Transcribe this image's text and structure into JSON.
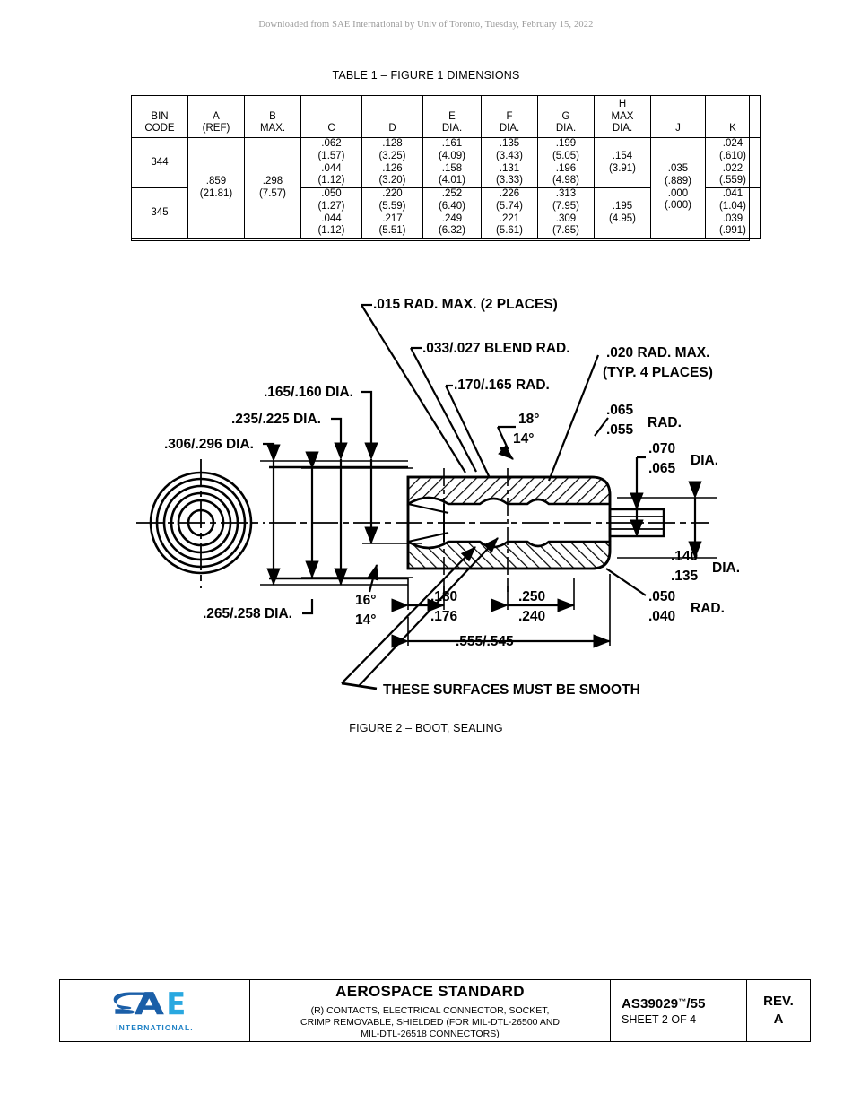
{
  "header": {
    "watermark": "Downloaded from SAE International by Univ of Toronto, Tuesday, February 15, 2022"
  },
  "table": {
    "title": "TABLE 1 – FIGURE 1 DIMENSIONS",
    "columns": [
      {
        "key": "bin",
        "line1": "BIN",
        "line2": "CODE",
        "line3": ""
      },
      {
        "key": "A",
        "line1": "A",
        "line2": "(REF)",
        "line3": ""
      },
      {
        "key": "B",
        "line1": "B",
        "line2": "MAX.",
        "line3": ""
      },
      {
        "key": "C",
        "line1": "C",
        "line2": "",
        "line3": ""
      },
      {
        "key": "D",
        "line1": "D",
        "line2": "",
        "line3": ""
      },
      {
        "key": "E",
        "line1": "E",
        "line2": "DIA.",
        "line3": ""
      },
      {
        "key": "F",
        "line1": "F",
        "line2": "DIA.",
        "line3": ""
      },
      {
        "key": "G",
        "line1": "G",
        "line2": "DIA.",
        "line3": ""
      },
      {
        "key": "H",
        "line1": "H",
        "line2": "MAX",
        "line3": "DIA."
      },
      {
        "key": "J",
        "line1": "J",
        "line2": "",
        "line3": ""
      },
      {
        "key": "K",
        "line1": "K",
        "line2": "",
        "line3": ""
      }
    ],
    "merged": {
      "A": {
        "l1": ".859",
        "l2": "(21.81)"
      },
      "B": {
        "l1": ".298",
        "l2": "(7.57)"
      },
      "J": {
        "l1": ".035",
        "l2": "(.889)",
        "l3": ".000",
        "l4": "(.000)"
      }
    },
    "rows": [
      {
        "bin": "344",
        "C": [
          ".062",
          "(1.57)",
          ".044",
          "(1.12)"
        ],
        "D": [
          ".128",
          "(3.25)",
          ".126",
          "(3.20)"
        ],
        "E": [
          ".161",
          "(4.09)",
          ".158",
          "(4.01)"
        ],
        "F": [
          ".135",
          "(3.43)",
          ".131",
          "(3.33)"
        ],
        "G": [
          ".199",
          "(5.05)",
          ".196",
          "(4.98)"
        ],
        "H": [
          ".154",
          "(3.91)"
        ],
        "K": [
          ".024",
          "(.610)",
          ".022",
          "(.559)"
        ]
      },
      {
        "bin": "345",
        "C": [
          ".050",
          "(1.27)",
          ".044",
          "(1.12)"
        ],
        "D": [
          ".220",
          "(5.59)",
          ".217",
          "(5.51)"
        ],
        "E": [
          ".252",
          "(6.40)",
          ".249",
          "(6.32)"
        ],
        "F": [
          ".226",
          "(5.74)",
          ".221",
          "(5.61)"
        ],
        "G": [
          ".313",
          "(7.95)",
          ".309",
          "(7.85)"
        ],
        "H": [
          ".195",
          "(4.95)"
        ],
        "K": [
          ".041",
          "(1.04)",
          ".039",
          "(.991)"
        ]
      }
    ]
  },
  "figure": {
    "caption": "FIGURE 2 – BOOT, SEALING",
    "annotations": {
      "rad_015": ".015 RAD. MAX. (2 PLACES)",
      "blend_rad": ".033/.027 BLEND RAD.",
      "rad_170": ".170/.165 RAD.",
      "rad_020_l1": ".020 RAD. MAX.",
      "rad_020_l2": "(TYP. 4 PLACES)",
      "dia_165": ".165/.160 DIA.",
      "dia_235": ".235/.225 DIA.",
      "dia_306": ".306/.296 DIA.",
      "dia_265": ".265/.258 DIA.",
      "ang_18": "18°",
      "ang_14": "14°",
      "ang_16": "16°",
      "ang_14b": "14°",
      "rad_065_hi": ".065",
      "rad_065_lo": ".055",
      "rad_065_lbl": "RAD.",
      "dia_070_hi": ".070",
      "dia_070_lo": ".065",
      "dia_070_lbl": "DIA.",
      "dia_140_hi": ".140",
      "dia_140_lo": ".135",
      "dia_140_lbl": "DIA.",
      "rad_050_hi": ".050",
      "rad_050_lo": ".040",
      "rad_050_lbl": "RAD.",
      "d_180_hi": ".180",
      "d_180_lo": ".176",
      "d_250_hi": ".250",
      "d_250_lo": ".240",
      "d_555": ".555/.545",
      "smooth_note": "THESE SURFACES MUST BE SMOOTH"
    }
  },
  "footer": {
    "logo_text": "SAE",
    "logo_sub": "INTERNATIONAL.",
    "standard_title": "AEROSPACE STANDARD",
    "desc_l1": "(R) CONTACTS, ELECTRICAL CONNECTOR, SOCKET,",
    "desc_l2": "CRIMP REMOVABLE, SHIELDED (FOR MIL-DTL-26500 AND",
    "desc_l3": "MIL-DTL-26518 CONNECTORS)",
    "doc_number": "AS39029",
    "doc_tm": "™",
    "doc_suffix": "/55",
    "sheet": "SHEET 2 OF 4",
    "rev_label": "REV.",
    "rev_value": "A"
  },
  "colors": {
    "logo_dark_blue": "#1b5fa8",
    "logo_light_blue": "#29a8e0",
    "watermark_gray": "#9a9a9a"
  }
}
